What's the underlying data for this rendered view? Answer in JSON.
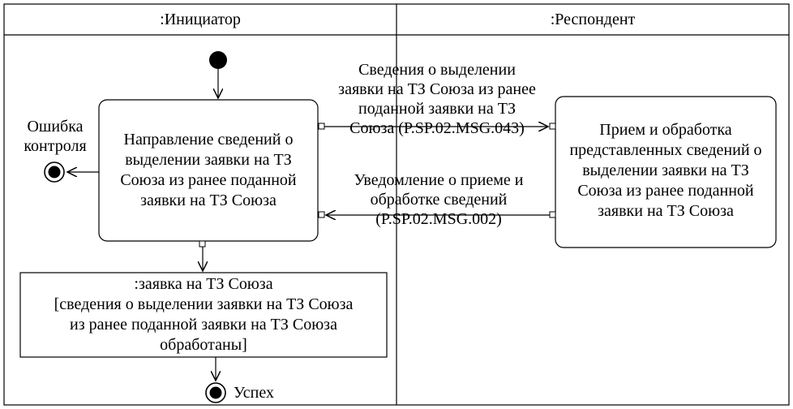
{
  "lanes": {
    "left_title": ":Инициатор",
    "right_title": ":Респондент"
  },
  "actions": {
    "initiator_action": "Направление сведений о выделении заявки на ТЗ Союза из ранее поданной заявки на ТЗ Союза",
    "respondent_action": "Прием и обработка представленных сведений о выделении заявки на ТЗ Союза из ранее поданной заявки на ТЗ Союза"
  },
  "messages": {
    "outgoing": [
      "Сведения о выделении",
      "заявки на ТЗ Союза из ранее",
      "поданной заявки на ТЗ",
      "Союза (P.SP.02.MSG.043)"
    ],
    "incoming": [
      "Уведомление о приеме и",
      "обработке сведений",
      "(P.SP.02.MSG.002)"
    ]
  },
  "object_node": {
    "lines": [
      ":заявка на ТЗ Союза",
      "[сведения о выделении заявки на ТЗ Союза",
      "из ранее поданной заявки на ТЗ Союза",
      "обработаны]"
    ]
  },
  "finals": {
    "error_lines": [
      "Ошибка",
      "контроля"
    ],
    "success": "Успех"
  }
}
